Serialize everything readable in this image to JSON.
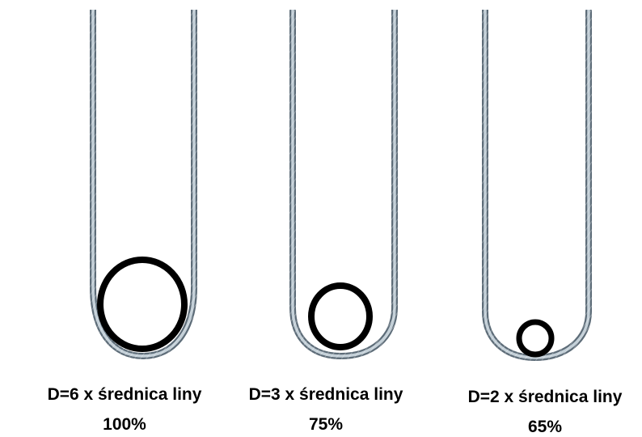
{
  "panels": [
    {
      "formula": "D=6 x średnica liny",
      "efficiency": "100%",
      "rope_color": "#8a9aa6"
    },
    {
      "formula": "D=3 x średnica liny",
      "efficiency": "75%",
      "rope_color": "#8a9aa6"
    },
    {
      "formula": "D=2 x średnica liny",
      "efficiency": "65%",
      "rope_color": "#8a9aa6"
    }
  ],
  "colors": {
    "rope_light": "#c4d0d8",
    "rope_dark": "#5d6c78",
    "pin": "#000000",
    "background": "#ffffff"
  }
}
